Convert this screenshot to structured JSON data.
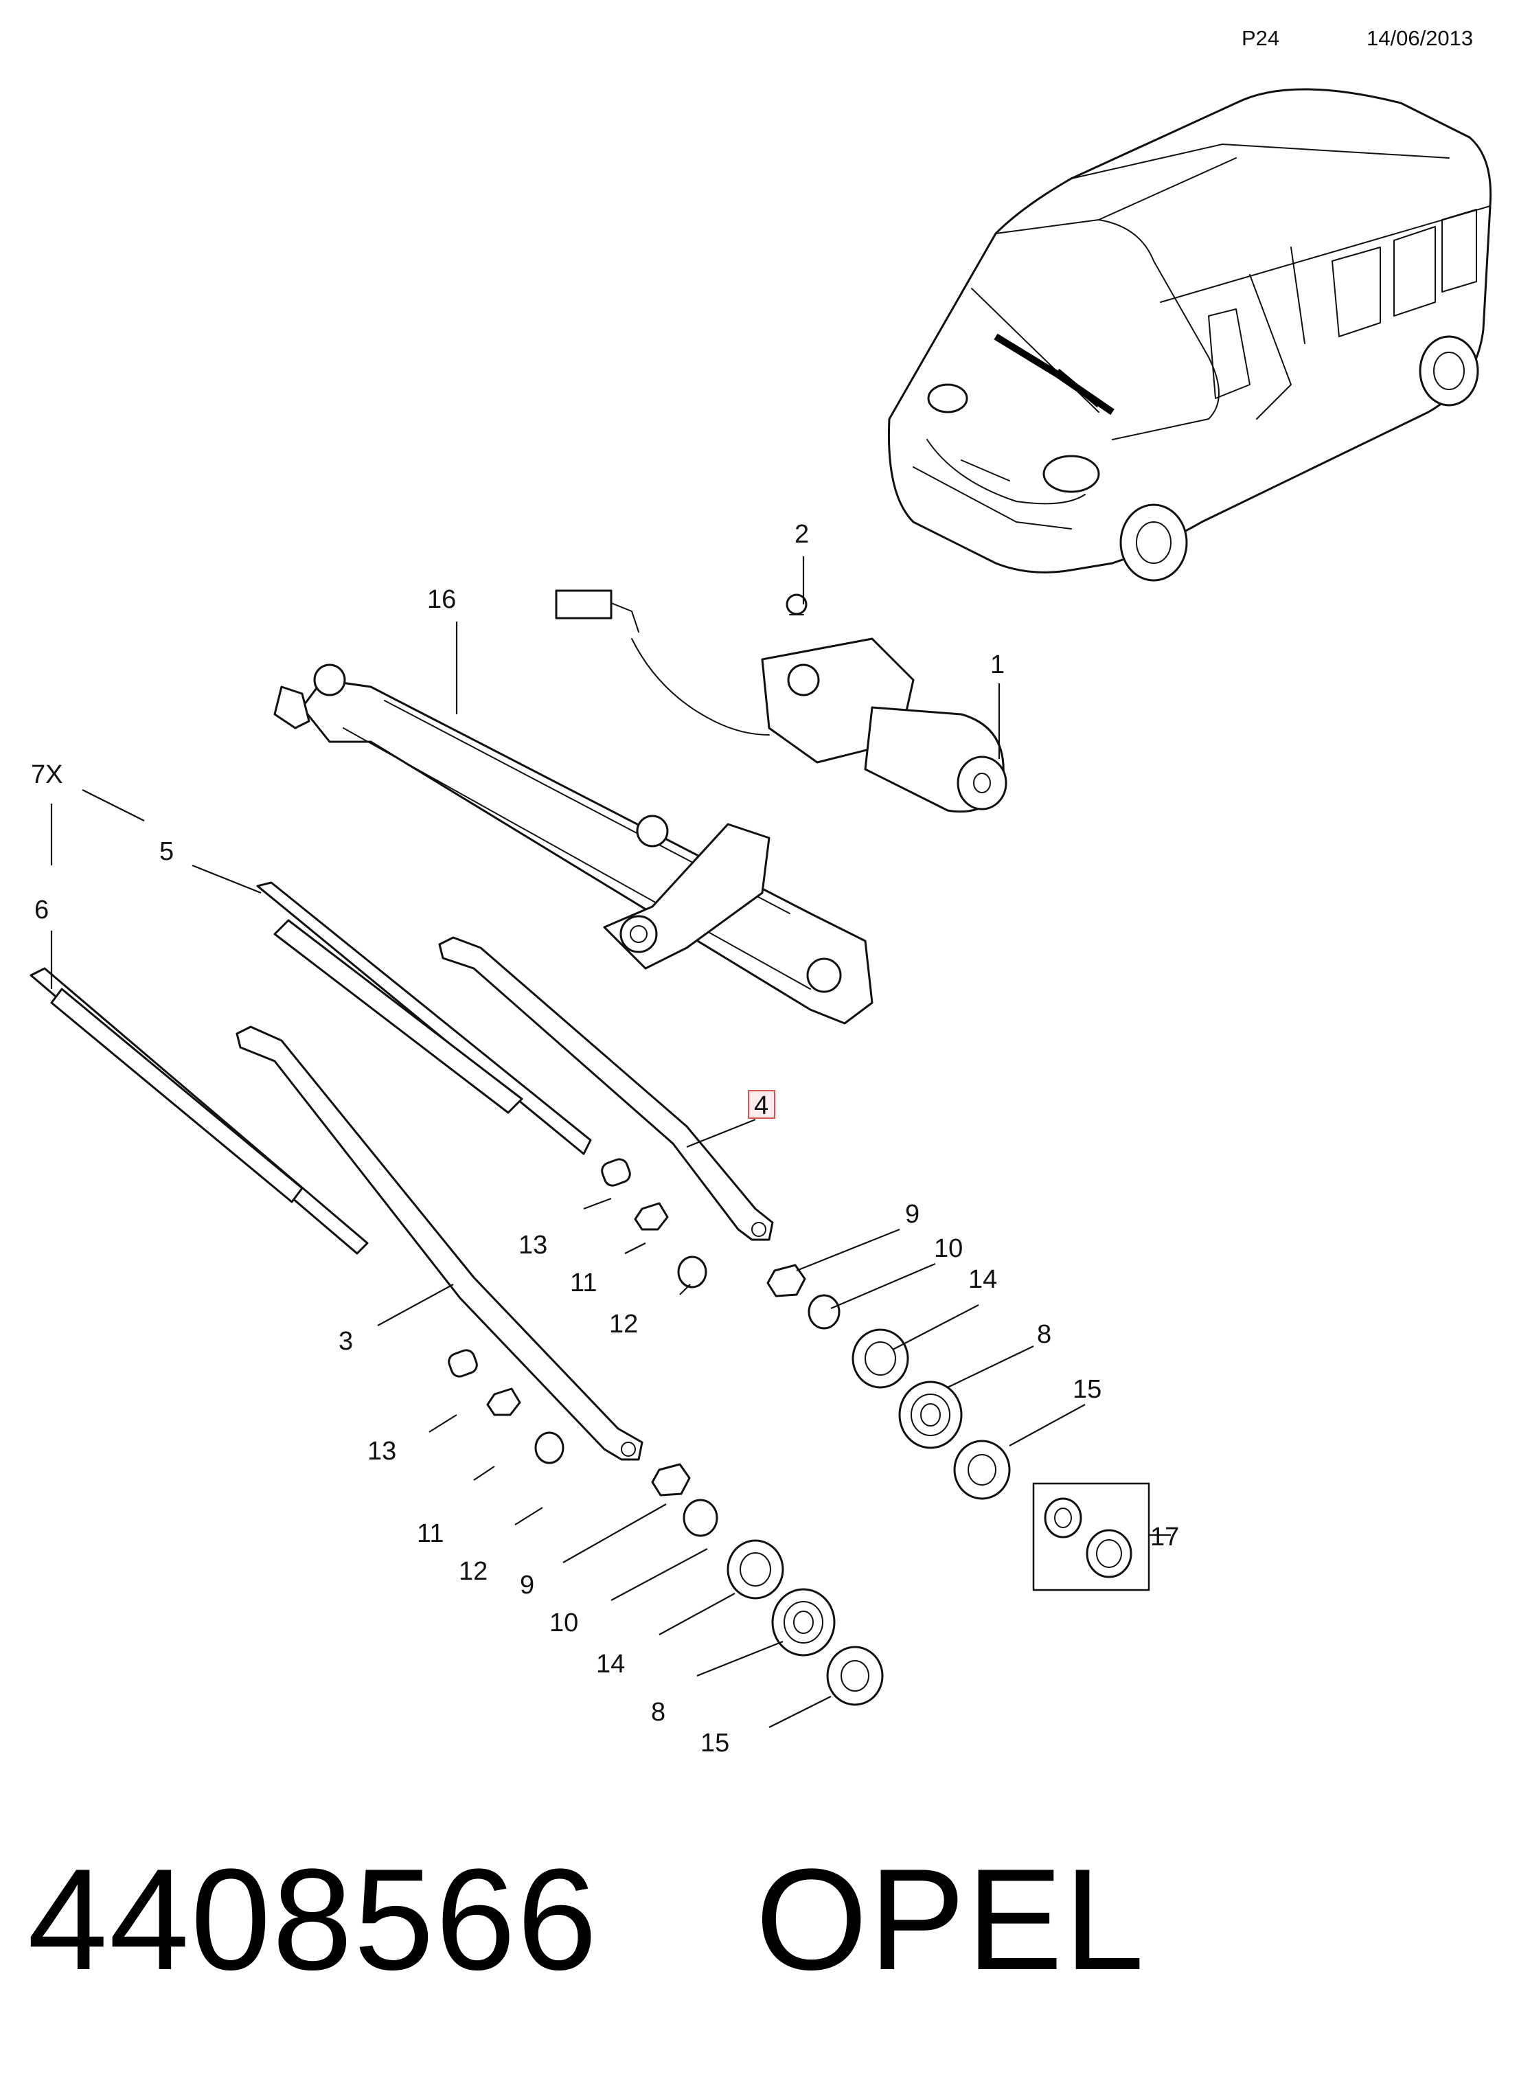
{
  "header": {
    "page_code": "P24",
    "date": "14/06/2013"
  },
  "callouts": [
    {
      "id": "1",
      "label": "1"
    },
    {
      "id": "2",
      "label": "2"
    },
    {
      "id": "3",
      "label": "3"
    },
    {
      "id": "4",
      "label": "4",
      "highlighted": true
    },
    {
      "id": "5",
      "label": "5"
    },
    {
      "id": "6",
      "label": "6"
    },
    {
      "id": "7X",
      "label": "7X"
    },
    {
      "id": "8a",
      "label": "8"
    },
    {
      "id": "8b",
      "label": "8"
    },
    {
      "id": "9a",
      "label": "9"
    },
    {
      "id": "9b",
      "label": "9"
    },
    {
      "id": "10a",
      "label": "10"
    },
    {
      "id": "10b",
      "label": "10"
    },
    {
      "id": "11a",
      "label": "11"
    },
    {
      "id": "11b",
      "label": "11"
    },
    {
      "id": "12a",
      "label": "12"
    },
    {
      "id": "12b",
      "label": "12"
    },
    {
      "id": "13a",
      "label": "13"
    },
    {
      "id": "13b",
      "label": "13"
    },
    {
      "id": "14a",
      "label": "14"
    },
    {
      "id": "14b",
      "label": "14"
    },
    {
      "id": "15a",
      "label": "15"
    },
    {
      "id": "15b",
      "label": "15"
    },
    {
      "id": "16",
      "label": "16"
    },
    {
      "id": "17",
      "label": "17"
    }
  ],
  "footer": {
    "part_number": "4408566",
    "brand": "OPEL"
  },
  "colors": {
    "line": "#111111",
    "highlight_border": "#d9534f",
    "highlight_fill": "#fdecec"
  }
}
